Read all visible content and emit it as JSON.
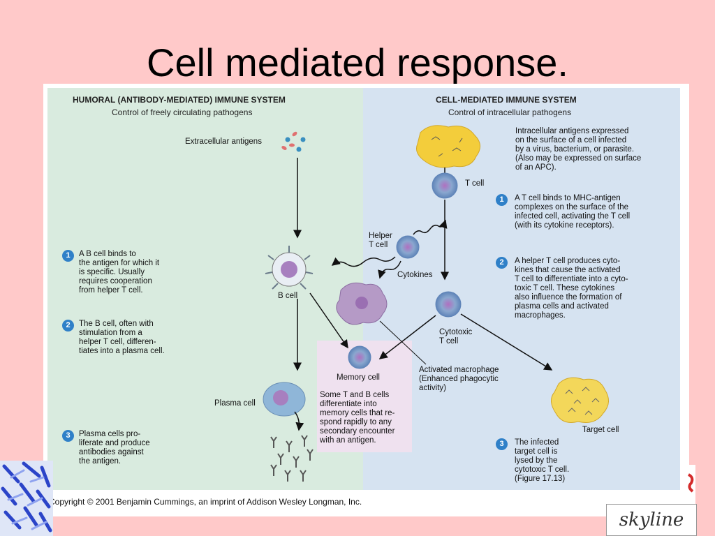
{
  "slide": {
    "title": "Cell mediated response."
  },
  "left_panel": {
    "header": "HUMORAL (ANTIBODY-MEDIATED) IMMUNE SYSTEM",
    "subheader": "Control of freely circulating pathogens",
    "extracellular_label": "Extracellular antigens",
    "step1_num": "1",
    "step1_text": "A B cell binds to\nthe antigen for which it\nis specific. Usually\nrequires cooperation\nfrom helper T cell.",
    "step2_num": "2",
    "step2_text": "The B cell, often with\nstimulation from a\nhelper T cell, differen-\ntiates into a plasma cell.",
    "step3_num": "3",
    "step3_text": "Plasma cells pro-\nliferate and produce\nantibodies against\nthe antigen.",
    "bcell_label": "B cell",
    "plasma_label": "Plasma cell"
  },
  "right_panel": {
    "header": "CELL-MEDIATED IMMUNE SYSTEM",
    "subheader": "Control of intracellular pathogens",
    "intro_text": "Intracellular antigens expressed\non the surface of a cell infected\nby a virus, bacterium, or parasite.\n(Also may be expressed on surface\nof an APC).",
    "tcell_label": "T cell",
    "step1_num": "1",
    "step1_text": "A T cell binds to MHC-antigen\ncomplexes on the surface of the\ninfected cell, activating the T cell\n(with its cytokine receptors).",
    "step2_num": "2",
    "step2_text": "A helper T cell produces cyto-\nkines that cause the activated\nT cell to differentiate into a cyto-\ntoxic T cell.  These cytokines\nalso influence the formation of\nplasma cells and activated\nmacrophages.",
    "step3_num": "3",
    "step3_text": "The infected\ntarget cell is\nlysed by the\ncytotoxic T cell.\n(Figure 17.13)",
    "helper_label": "Helper\nT cell",
    "cytokines_label": "Cytokines",
    "cytotoxic_label": "Cytotoxic\nT cell",
    "macrophage_label": "Activated macrophage\n(Enhanced phagocytic\nactivity)",
    "target_label": "Target cell"
  },
  "memory": {
    "label": "Memory cell",
    "text": "Some T and B cells\ndifferentiate into\nmemory cells that re-\nspond rapidly to any\nsecondary encounter\nwith an antigen."
  },
  "copyright": "Copyright © 2001 Benjamin Cummings, an imprint of Addison Wesley Longman, Inc.",
  "brand": {
    "logo_text": "skyline"
  },
  "colors": {
    "left_bg": "#d9ebdf",
    "right_bg": "#d6e3f1",
    "memory_bg": "#efe1ef",
    "step_badge": "#2f80c8",
    "slide_bg": "#ffc9c9"
  }
}
